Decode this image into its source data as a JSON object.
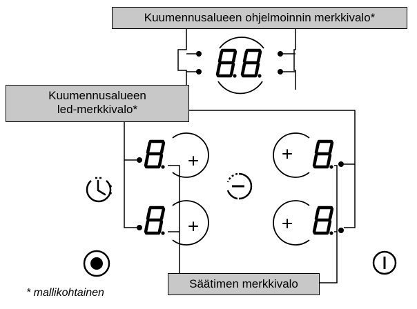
{
  "labels": {
    "program_indicator": "Kuumennusalueen ohjelmoinnin merkkivalo*",
    "zone_led_line1": "Kuumennusalueen",
    "zone_led_line2": "led-merkkivalo*",
    "control_indicator": "Säätimen merkkivalo",
    "footnote": "* mallikohtainen"
  },
  "icons": {
    "plus": "+",
    "timer": "timer-icon",
    "minus_timer": "minus-circle-icon",
    "keylock": "keylock-icon",
    "power": "power-icon"
  }
}
